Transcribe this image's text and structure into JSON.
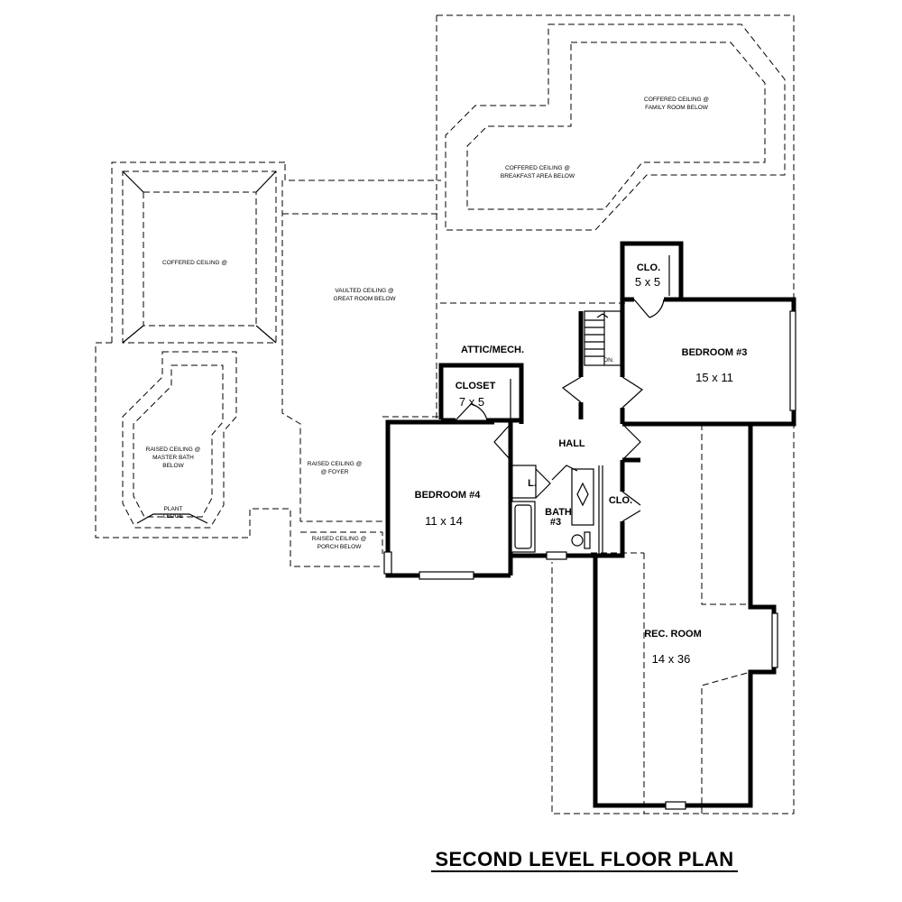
{
  "title": "SECOND LEVEL FLOOR PLAN",
  "rooms": {
    "bedroom3": {
      "name": "BEDROOM #3",
      "size": "15 x 11"
    },
    "bedroom4": {
      "name": "BEDROOM #4",
      "size": "11 x 14"
    },
    "rec_room": {
      "name": "REC. ROOM",
      "size": "14 x 36"
    },
    "closet": {
      "name": "CLOSET",
      "size": "7 x 5"
    },
    "clo_top": {
      "name": "CLO.",
      "size": "5 x 5"
    },
    "clo_side": {
      "name": "CLO."
    },
    "hall": {
      "name": "HALL"
    },
    "bath3": {
      "line1": "BATH",
      "line2": "#3"
    },
    "linen": {
      "name": "L."
    },
    "attic": {
      "name": "ATTIC/MECH."
    },
    "stair": {
      "name": "DN."
    }
  },
  "notes": {
    "family_room": [
      "COFFERED CEILING @",
      "FAMILY ROOM BELOW"
    ],
    "breakfast": [
      "COFFERED CEILING @",
      "BREAKFAST AREA BELOW"
    ],
    "coffered": [
      "COFFERED CEILING @"
    ],
    "great_room": [
      "VAULTED CEILING @",
      "GREAT ROOM BELOW"
    ],
    "master_bath": [
      "RAISED CEILING @",
      "MASTER BATH",
      "BELOW"
    ],
    "plant_ledge": [
      "PLANT",
      "LEDGE"
    ],
    "foyer": [
      "RAISED CEILING @",
      "@ FOYER"
    ],
    "porch": [
      "RAISED CEILING @",
      "PORCH BELOW"
    ]
  }
}
